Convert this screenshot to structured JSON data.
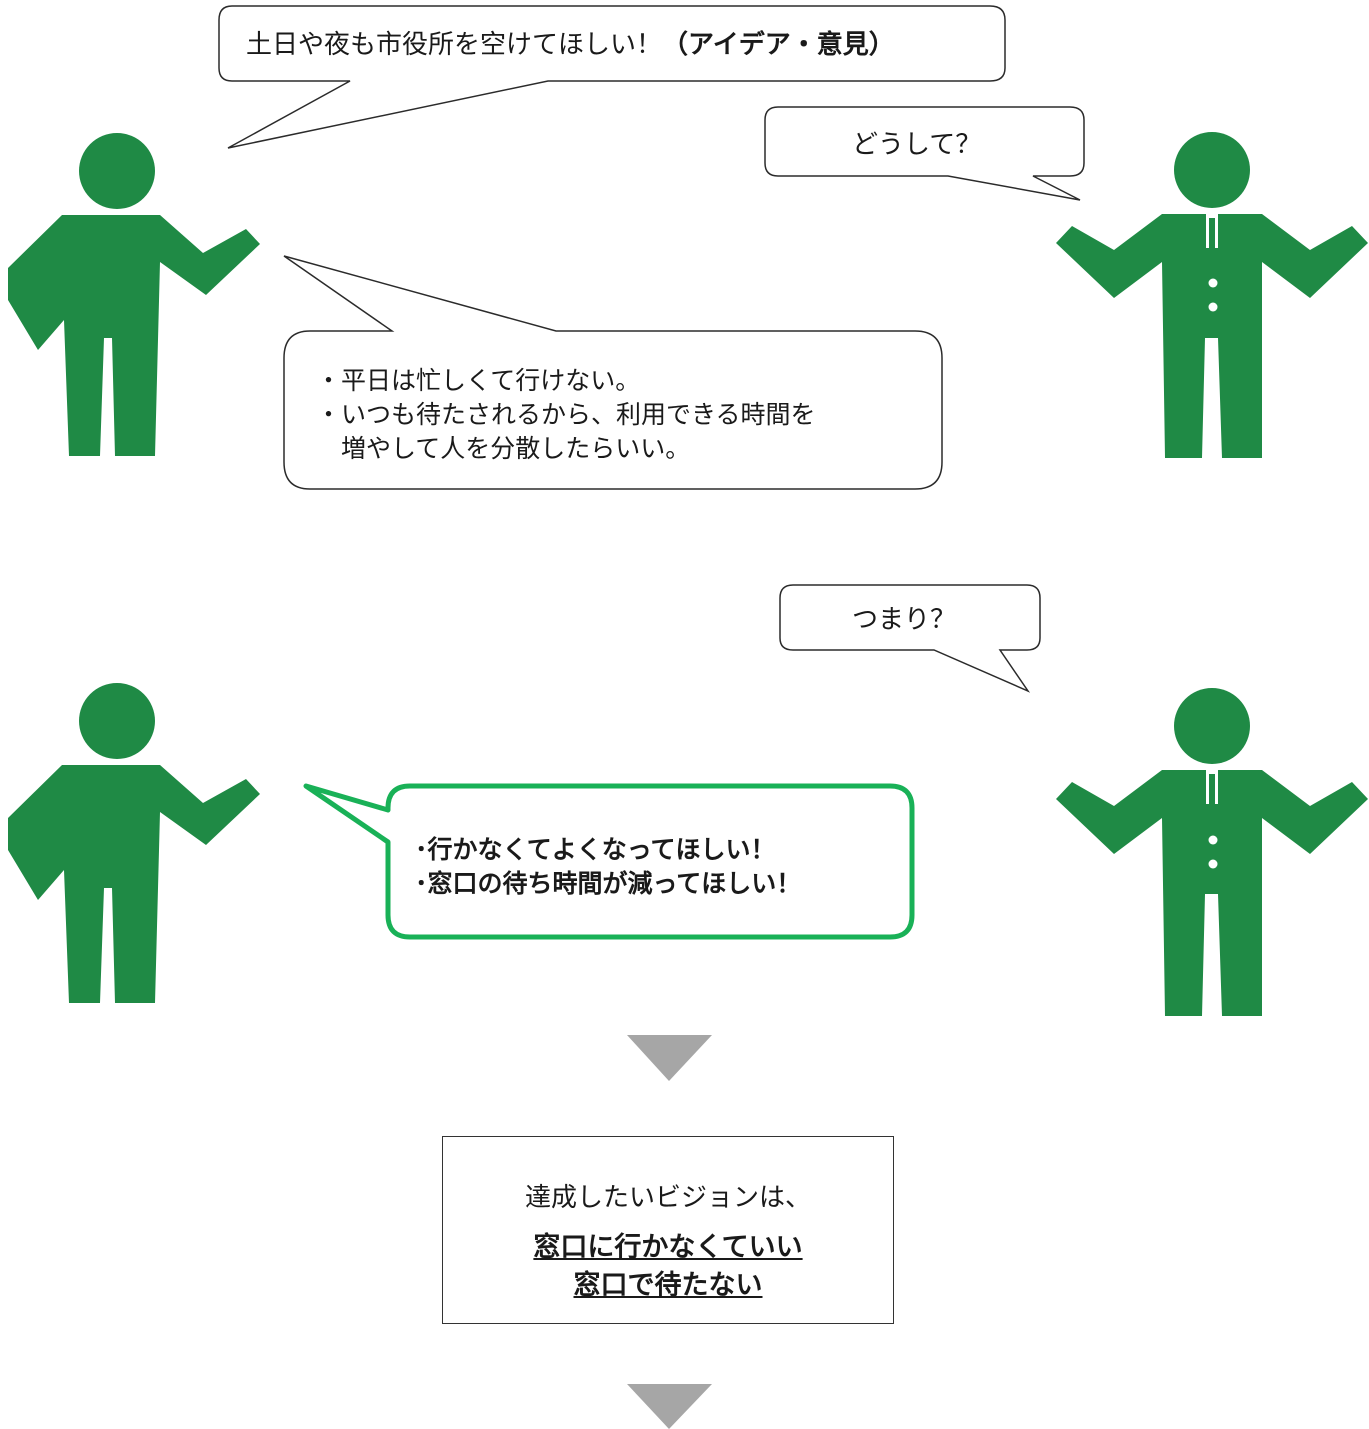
{
  "colors": {
    "figure": "#1f8a45",
    "arrow": "#a6a6a6",
    "highlight_border": "#19b157",
    "bubble_border": "#2b2b2b"
  },
  "bubble1": {
    "text_plain": "土日や夜も市役所を空けてほしい！",
    "text_bold": "（アイデア・意見）"
  },
  "bubble2": {
    "text": "どうして？"
  },
  "bubble3": {
    "lines": [
      "・平日は忙しくて行けない。",
      "・いつも待たされるから、利用できる時間を",
      "増やして人を分散したらいい。"
    ]
  },
  "bubble4": {
    "text": "つまり？"
  },
  "bubble5": {
    "lines": [
      "･行かなくてよくなってほしい！",
      "･窓口の待ち時間が減ってほしい！"
    ]
  },
  "vision": {
    "intro": "達成したいビジョンは、",
    "line1": "窓口に行かなくていい",
    "line2": "窓口で待たない"
  },
  "icons": {
    "citizen": "person-icon",
    "staff": "staff-with-tie-icon",
    "arrow": "down-triangle-icon"
  }
}
